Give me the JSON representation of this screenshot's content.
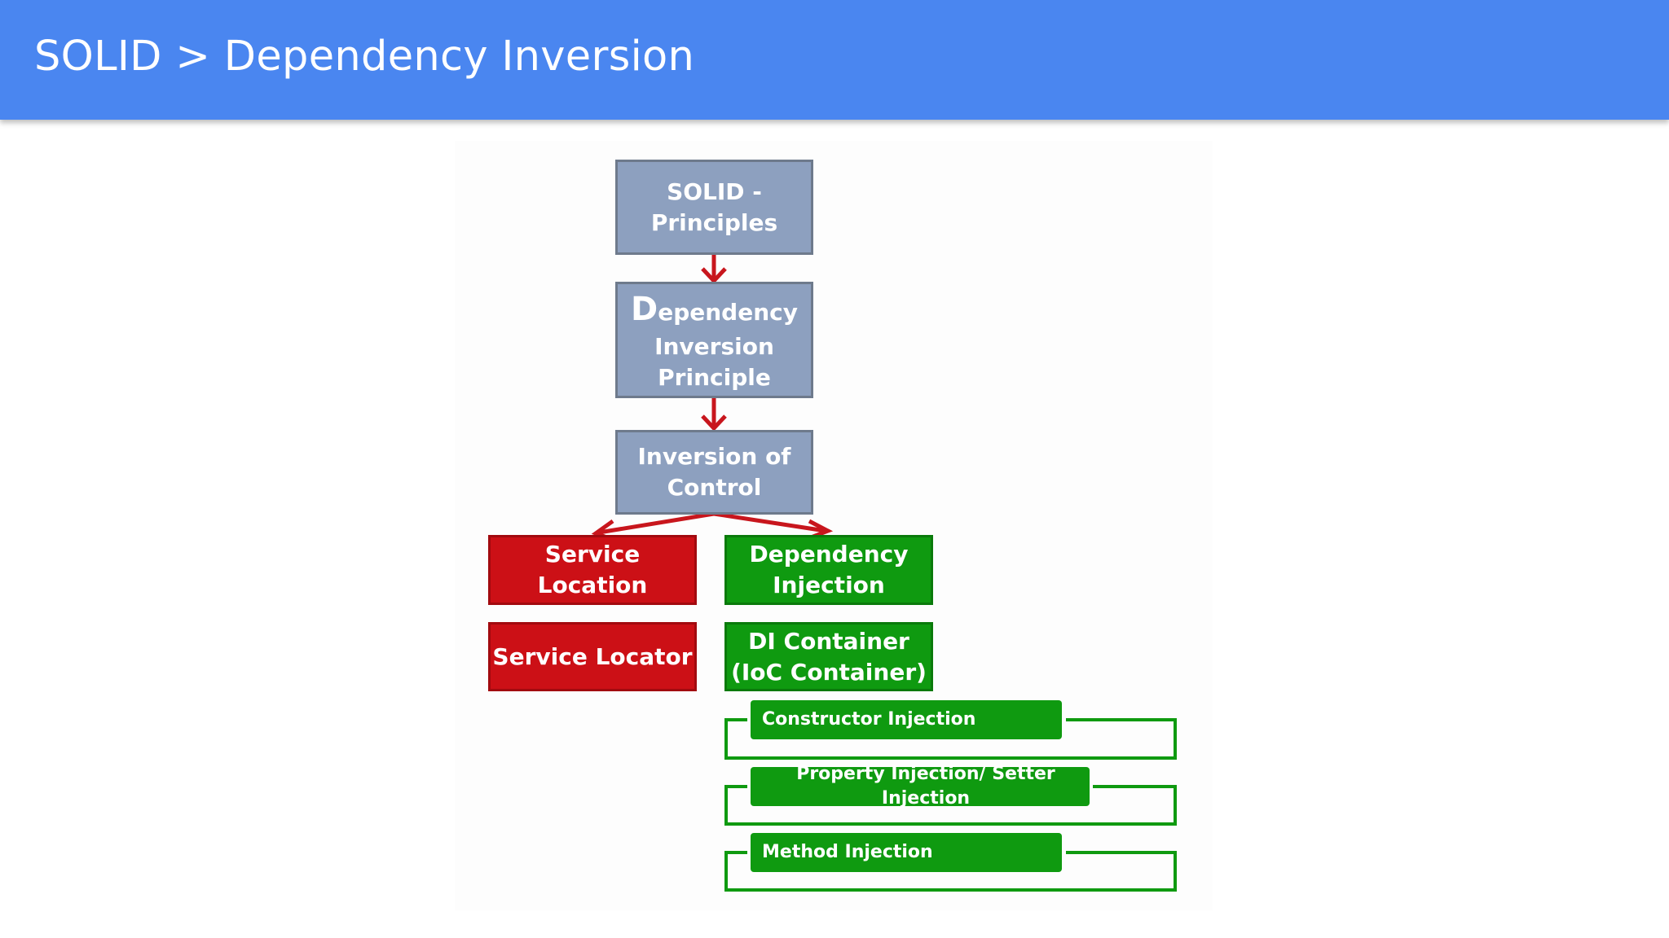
{
  "header": {
    "title": "SOLID > Dependency Inversion"
  },
  "diagram": {
    "solid": "SOLID -\nPrinciples",
    "dip_first_letter": "D",
    "dip_rest": "ependency\nInversion\nPrinciple",
    "ioc": "Inversion of\nControl",
    "service_location": "Service\nLocation",
    "dependency_injection": "Dependency\nInjection",
    "service_locator": "Service Locator",
    "di_container": "DI Container\n(IoC Container)",
    "injection_types": [
      "Constructor Injection",
      "Property Injection/ Setter Injection",
      "Method Injection"
    ]
  },
  "colors": {
    "header": "#4a86f0",
    "gray_box": "#8da0bf",
    "red_box": "#cc1016",
    "green_box": "#0f9a10",
    "arrow": "#c8161d"
  }
}
